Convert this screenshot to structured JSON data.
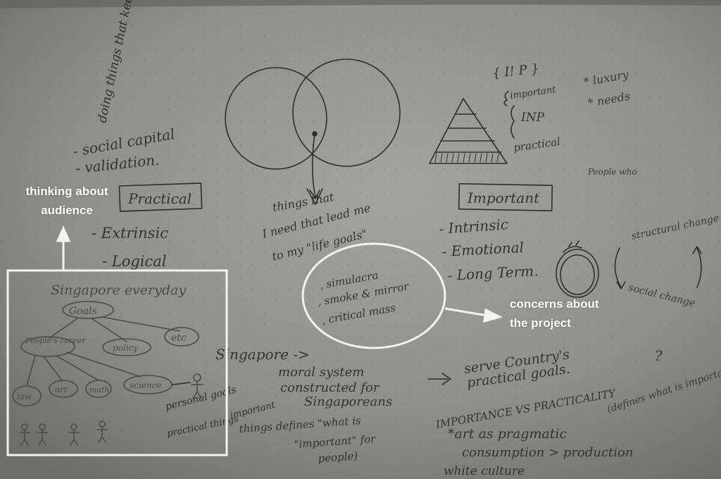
{
  "annotations": {
    "audience": {
      "line1": "thinking about",
      "line2": "audience"
    },
    "concerns": {
      "line1": "concerns about",
      "line2": "the project"
    }
  },
  "sketch_text": {
    "top_left_note": "doing things that keep you alive things don't distinguish them",
    "social_capital": "- social capital",
    "validation": "- validation.",
    "practical_box": "Practical",
    "extrinsic": "- Extrinsic",
    "logical": "- Logical",
    "singapore_everyday": "Singapore everyday",
    "goals": "Goals",
    "people_career": "People's career",
    "policy": "policy",
    "etc": "etc",
    "law": "law",
    "art": "art",
    "math": "math",
    "science": "science",
    "personal_goals": "personal goals",
    "practical_things": "practical things",
    "venn_note_1": "things that",
    "venn_note_2": "I need that lead me",
    "venn_note_3": "to my \"life goals\"",
    "simulacra": ", simulacra",
    "smoke_mirror": ", smoke & mirror",
    "critical_mass": ", critical mass",
    "pyramid_top": "{ I! P }",
    "important_label": "important",
    "inp_label": "INP",
    "practical_label": "practical",
    "luxury": "* luxury",
    "needs": "* needs",
    "people_who": "People who",
    "important_box": "Important",
    "intrinsic": "- Intrinsic",
    "emotional": "- Emotional",
    "long_term": "- Long Term.",
    "structural_change": "structural change",
    "social_change": "social change",
    "singapore_arrow": "Singapore ->",
    "moral_1": "moral system",
    "moral_2": "constructed for",
    "moral_3": "Singaporeans",
    "serve_1": "serve Country's",
    "serve_2": "practical goals.",
    "question_mark": "?",
    "importance_vs": "IMPORTANCE VS PRACTICALITY",
    "defines_what": "(defines what is important for a ctry)",
    "art_pragmatic": "*art as pragmatic",
    "consumption": "consumption > production",
    "white_culture": "white culture",
    "important_defines_1": "important",
    "important_defines_2": "things defines \"what is",
    "important_defines_3": "\"important\" for",
    "important_defines_4": "people)"
  },
  "colors": {
    "paper": "#8a8a86",
    "pencil": "#2e2e2c",
    "overlay": "#f2f2f0"
  }
}
